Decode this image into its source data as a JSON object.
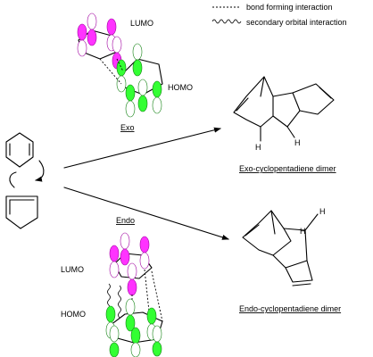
{
  "legend": {
    "bond_forming": "bond forming interaction",
    "secondary": "secondary orbital interaction"
  },
  "exo": {
    "lumo": "LUMO",
    "homo": "HOMO",
    "label": "Exo",
    "product": "Exo-cyclopentadiene dimer",
    "h_labels": [
      "H",
      "H"
    ]
  },
  "endo": {
    "lumo": "LUMO",
    "homo": "HOMO",
    "label": "Endo",
    "product": "Endo-cyclopentadiene dimer",
    "h_labels": [
      "H",
      "H"
    ]
  },
  "colors": {
    "lumo_lobe": "#ff33ff",
    "homo_lobe": "#33ff33"
  }
}
